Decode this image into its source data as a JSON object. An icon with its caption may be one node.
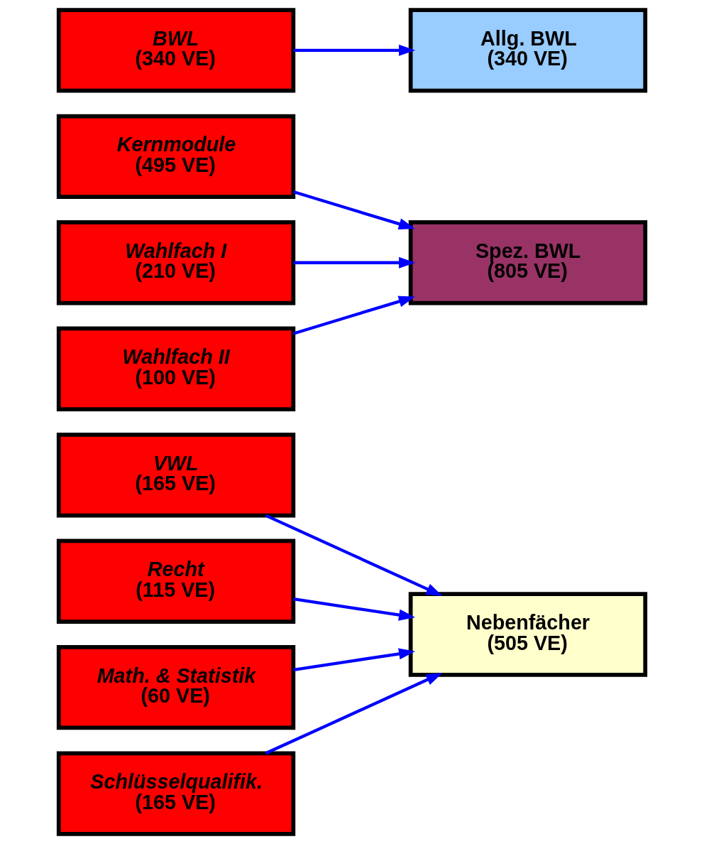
{
  "diagram": {
    "nodes": [
      {
        "text": [
          "BWL",
          "(340 VE)"
        ]
      },
      {
        "text": [
          "Allg. BWL",
          "(340 VE)"
        ]
      },
      {
        "text": [
          "Kernmodule",
          "(495 VE)"
        ]
      },
      {
        "text": [
          "Wahlfach I",
          "(210 VE)"
        ]
      },
      {
        "text": [
          "Wahlfach II",
          "(100 VE)"
        ]
      },
      {
        "text": [
          "Spez. BWL",
          "(805 VE)"
        ]
      },
      {
        "text": [
          "VWL",
          "(165 VE)"
        ]
      },
      {
        "text": [
          "Recht",
          "(115 VE)"
        ]
      },
      {
        "text": [
          "Math. & Statistik",
          "(60 VE)"
        ]
      },
      {
        "text": [
          "Schlüsselqualifik.",
          "(165 VE)"
        ]
      },
      {
        "text": [
          "Nebenfächer",
          "(505 VE)"
        ]
      }
    ],
    "edges": [
      {
        "from": 0,
        "to": 1,
        "arrow": "to"
      },
      {
        "from": 2,
        "to": 5,
        "arrow": "to"
      },
      {
        "from": 3,
        "to": 5,
        "arrow": "to"
      },
      {
        "from": 4,
        "to": 5,
        "arrow": "to"
      },
      {
        "from": 6,
        "to": 10,
        "arrow": "to"
      },
      {
        "from": 7,
        "to": 10,
        "arrow": "to"
      },
      {
        "from": 8,
        "to": 10,
        "arrow": "to"
      },
      {
        "from": 9,
        "to": 10,
        "arrow": "to"
      }
    ]
  }
}
